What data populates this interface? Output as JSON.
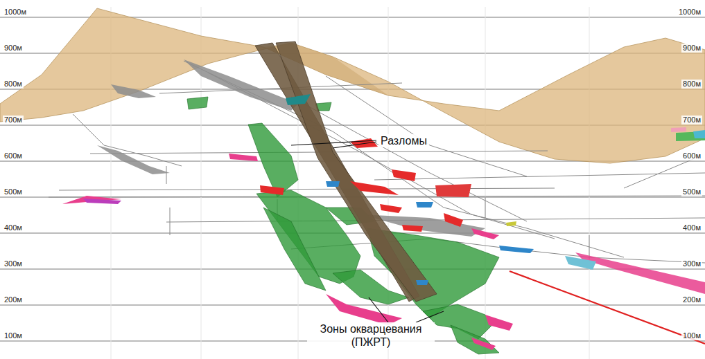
{
  "diagram": {
    "labels": [
      "1000м",
      "900м",
      "800м",
      "700м",
      "600м",
      "500м",
      "400м",
      "300м",
      "200м",
      "100м",
      "1000м",
      "900м",
      "800м",
      "700м",
      "600м",
      "500м",
      "400м",
      "300м",
      "200м",
      "100м",
      "Разломы",
      "Зоны окварцевания (ПЖРТ)"
    ]
  }
}
